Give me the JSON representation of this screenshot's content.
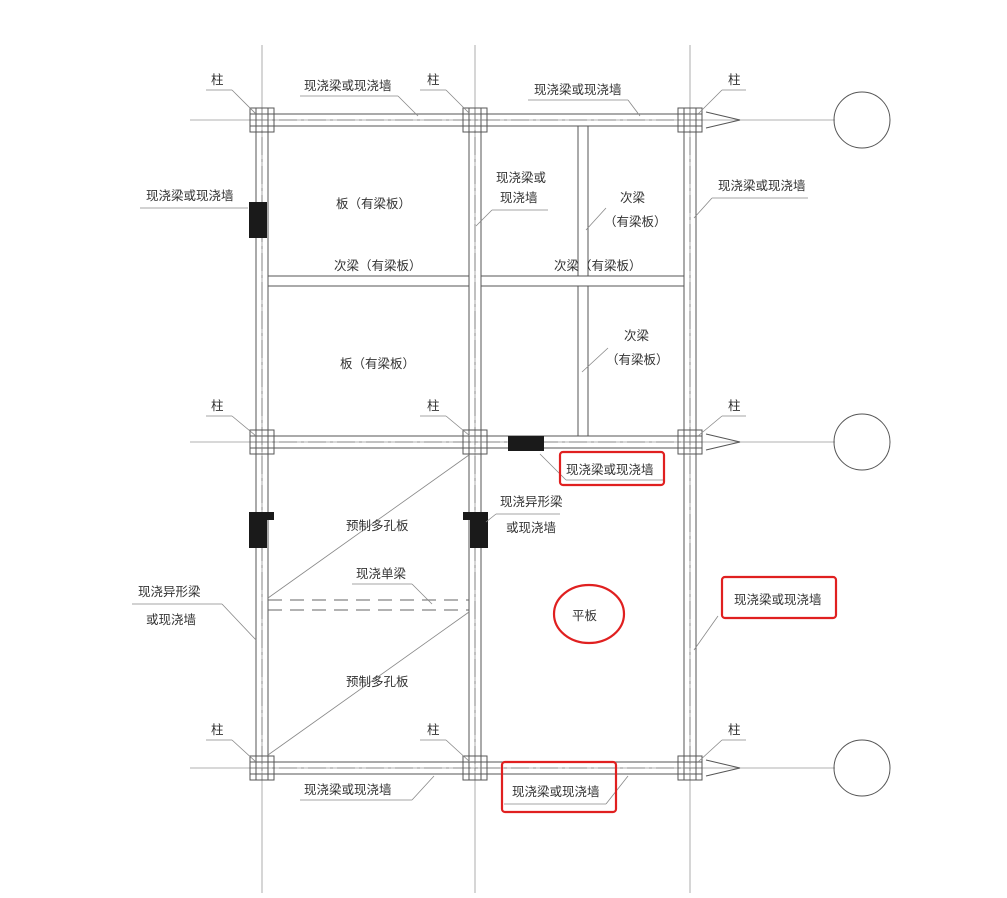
{
  "labels": {
    "column": "柱",
    "beam_or_wall": "现浇梁或现浇墙",
    "beam_or_wall_line1": "现浇梁或",
    "beam_or_wall_line2": "现浇墙",
    "slab_with_beam": "板（有梁板）",
    "secondary_beam_with_slab": "次梁（有梁板）",
    "secondary_beam": "次梁",
    "with_beam_slab": "（有梁板）",
    "special_beam_line1": "现浇异形梁",
    "special_beam_line2": "或现浇墙",
    "precast_hollow_slab": "预制多孔板",
    "single_beam": "现浇单梁",
    "flat_slab": "平板"
  },
  "colors": {
    "highlight": "#e02020",
    "line": "#555555",
    "fill": "#1a1a1a"
  }
}
